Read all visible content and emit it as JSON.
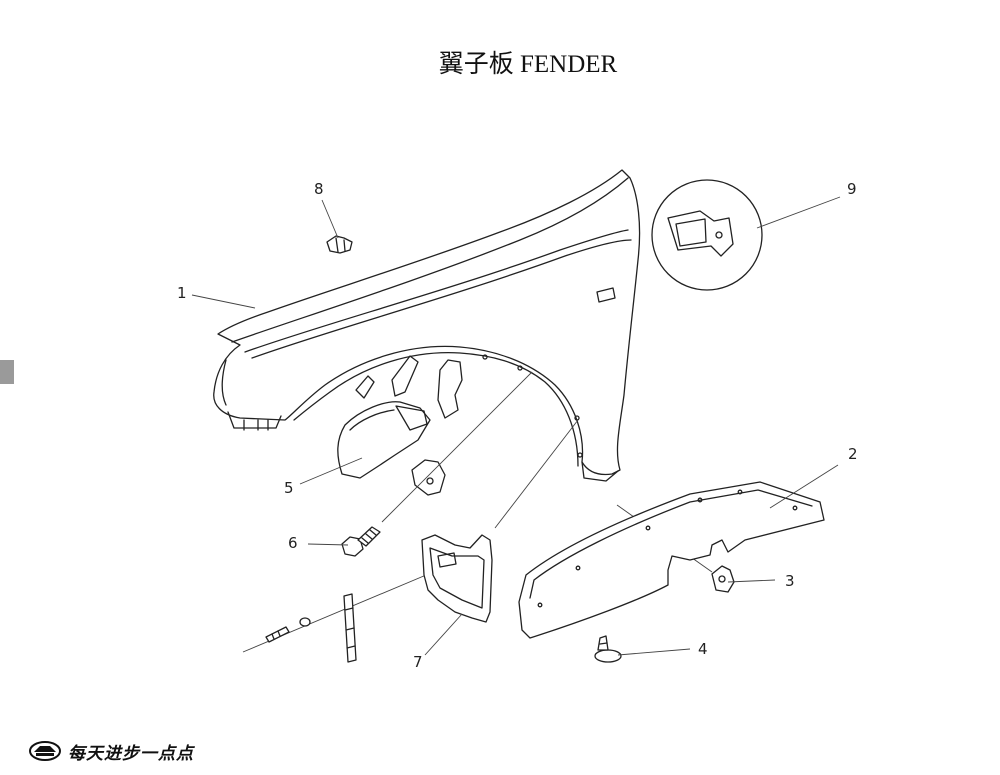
{
  "title": "翼子板  FENDER",
  "callouts": [
    {
      "label": "1"
    },
    {
      "label": "2"
    },
    {
      "label": "3"
    },
    {
      "label": "4"
    },
    {
      "label": "5"
    },
    {
      "label": "6"
    },
    {
      "label": "7"
    },
    {
      "label": "8"
    },
    {
      "label": "9"
    }
  ],
  "logo": {
    "text": "每天进步一点点",
    "icon": "car-badge-icon"
  }
}
